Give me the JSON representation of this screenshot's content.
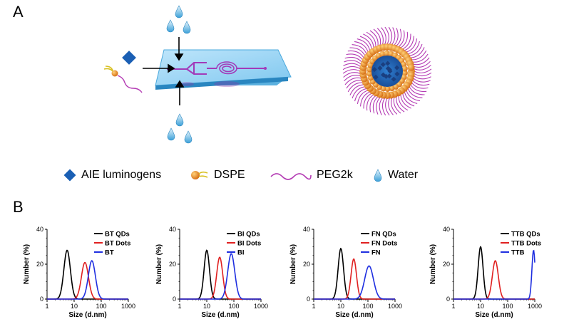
{
  "panel_a_label": "A",
  "panel_b_label": "B",
  "legend": [
    {
      "label": "AIE luminogens",
      "icon": "diamond-icon",
      "color": "#1a5fb4"
    },
    {
      "label": "DSPE",
      "icon": "lipid-icon",
      "color": "#e07a1f"
    },
    {
      "label": "PEG2k",
      "icon": "wave-icon",
      "color": "#b43cb4"
    },
    {
      "label": "Water",
      "icon": "droplet-icon",
      "color": "#3aa0d8"
    }
  ],
  "chart_data": [
    {
      "type": "line",
      "xlabel": "Size (d.nm)",
      "ylabel": "Number (%)",
      "xscale": "log",
      "xlim": [
        1,
        1000
      ],
      "ylim": [
        0,
        40
      ],
      "xticks": [
        "1",
        "10",
        "100",
        "1000"
      ],
      "yticks": [
        "0",
        "20",
        "40"
      ],
      "legend_position": "top-right",
      "series": [
        {
          "name": "BT QDs",
          "color": "#000000",
          "peak_x": 5.5,
          "peak_y": 28,
          "width": 0.12
        },
        {
          "name": "BT Dots",
          "color": "#e02020",
          "peak_x": 25,
          "peak_y": 21,
          "width": 0.13
        },
        {
          "name": "BT",
          "color": "#1f2fe0",
          "peak_x": 45,
          "peak_y": 22,
          "width": 0.13
        }
      ]
    },
    {
      "type": "line",
      "xlabel": "Size (d.nm)",
      "ylabel": "Number (%)",
      "xscale": "log",
      "xlim": [
        1,
        1000
      ],
      "ylim": [
        0,
        40
      ],
      "xticks": [
        "1",
        "10",
        "100",
        "1000"
      ],
      "yticks": [
        "0",
        "20",
        "40"
      ],
      "legend_position": "top-right",
      "series": [
        {
          "name": "BI QDs",
          "color": "#000000",
          "peak_x": 10,
          "peak_y": 28,
          "width": 0.1
        },
        {
          "name": "BI Dots",
          "color": "#e02020",
          "peak_x": 30,
          "peak_y": 24,
          "width": 0.11
        },
        {
          "name": "BI",
          "color": "#1f2fe0",
          "peak_x": 80,
          "peak_y": 26,
          "width": 0.13
        }
      ]
    },
    {
      "type": "line",
      "xlabel": "Size (d.nm)",
      "ylabel": "Number (%)",
      "xscale": "log",
      "xlim": [
        1,
        1000
      ],
      "ylim": [
        0,
        40
      ],
      "xticks": [
        "1",
        "10",
        "100",
        "1000"
      ],
      "yticks": [
        "0",
        "20",
        "40"
      ],
      "legend_position": "top-right",
      "series": [
        {
          "name": "FN QDs",
          "color": "#000000",
          "peak_x": 10,
          "peak_y": 29,
          "width": 0.1
        },
        {
          "name": "FN Dots",
          "color": "#e02020",
          "peak_x": 30,
          "peak_y": 23,
          "width": 0.1
        },
        {
          "name": "FN",
          "color": "#1f2fe0",
          "peak_x": 110,
          "peak_y": 19,
          "width": 0.16
        }
      ]
    },
    {
      "type": "line",
      "xlabel": "Size (d.nm)",
      "ylabel": "Number (%)",
      "xscale": "log",
      "xlim": [
        1,
        1000
      ],
      "ylim": [
        0,
        40
      ],
      "xticks": [
        "1",
        "10",
        "100",
        "1000"
      ],
      "yticks": [
        "0",
        "20",
        "40"
      ],
      "legend_position": "top-right",
      "series": [
        {
          "name": "TTB QDs",
          "color": "#000000",
          "peak_x": 10,
          "peak_y": 30,
          "width": 0.09
        },
        {
          "name": "TTB Dots",
          "color": "#e02020",
          "peak_x": 35,
          "peak_y": 22,
          "width": 0.11
        },
        {
          "name": "TTB",
          "color": "#1f2fe0",
          "peak_x": 900,
          "peak_y": 28,
          "width": 0.06
        }
      ]
    }
  ]
}
